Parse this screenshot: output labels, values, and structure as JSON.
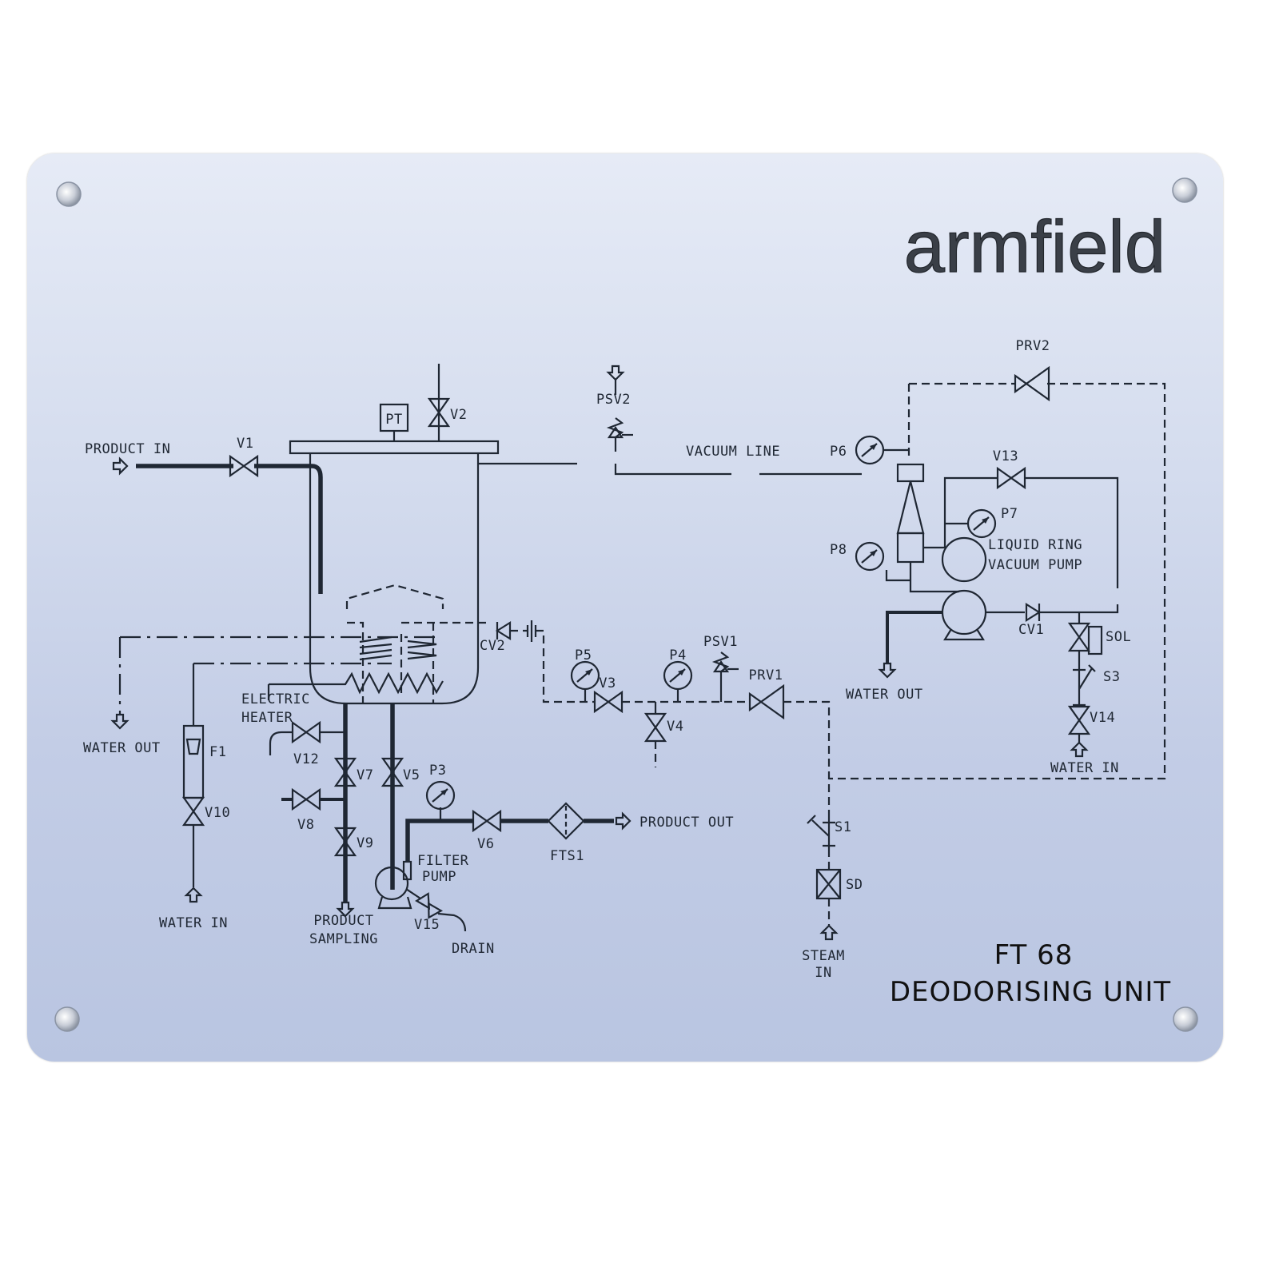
{
  "brand": {
    "logo_text": "armfield"
  },
  "title": {
    "model": "FT 68",
    "name": "DEODORISING UNIT"
  },
  "colors": {
    "plate_top": "#e6ebf6",
    "plate_bottom": "#b9c5e1",
    "ink": "#1f2733"
  },
  "labels": {
    "product_in": "PRODUCT IN",
    "v1": "V1",
    "v2": "V2",
    "pt": "PT",
    "psv2": "PSV2",
    "vacuum_line": "VACUUM LINE",
    "prv2": "PRV2",
    "p6": "P6",
    "v13": "V13",
    "p7": "P7",
    "p8": "P8",
    "lrvp_line1": "LIQUID RING",
    "lrvp_line2": "VACUUM PUMP",
    "cv1": "CV1",
    "sol": "SOL",
    "s3": "S3",
    "v14": "V14",
    "water_in_right": "WATER IN",
    "water_out_mid": "WATER OUT",
    "cv2": "CV2",
    "p5": "P5",
    "v3": "V3",
    "p4": "P4",
    "psv1": "PSV1",
    "prv1": "PRV1",
    "v4": "V4",
    "water_out_left": "WATER OUT",
    "f1": "F1",
    "v10": "V10",
    "water_in_left": "WATER IN",
    "heater_line1": "ELECTRIC",
    "heater_line2": "HEATER",
    "v12": "V12",
    "v7": "V7",
    "v5": "V5",
    "v8": "V8",
    "v9": "V9",
    "p3": "P3",
    "sampling_line1": "PRODUCT",
    "sampling_line2": "SAMPLING",
    "filter_pump_line1": "FILTER",
    "filter_pump_line2": "PUMP",
    "v15": "V15",
    "drain": "DRAIN",
    "v6": "V6",
    "fts1": "FTS1",
    "product_out": "PRODUCT OUT",
    "s1": "S1",
    "sd": "SD",
    "steam_line1": "STEAM",
    "steam_line2": "IN"
  }
}
